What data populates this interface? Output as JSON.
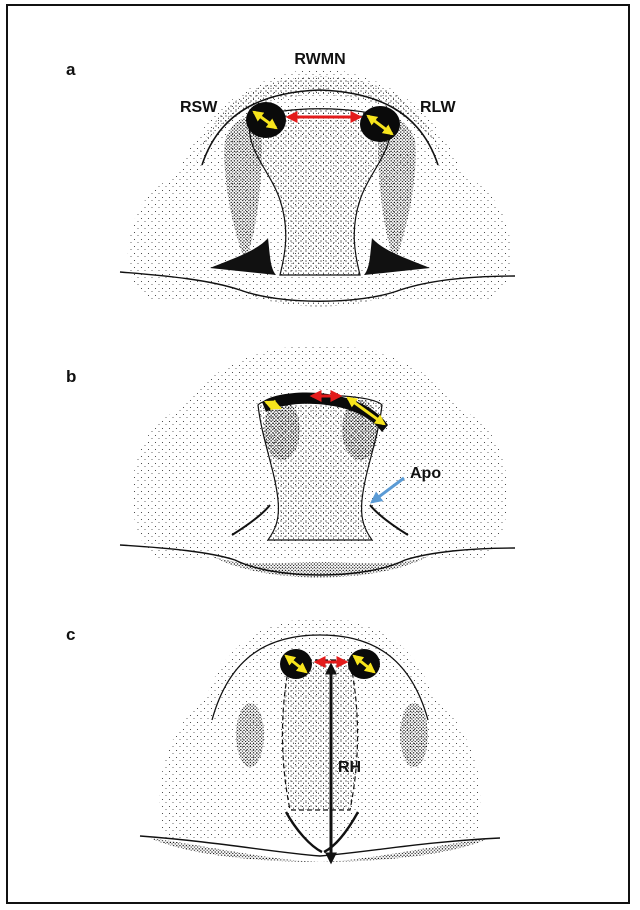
{
  "panels": {
    "a": {
      "letter": "a",
      "labels": {
        "top": "RWMN",
        "left": "RSW",
        "right": "RLW"
      }
    },
    "b": {
      "letter": "b",
      "labels": {
        "annotation": "Apo"
      }
    },
    "c": {
      "letter": "c",
      "labels": {
        "height": "RH"
      }
    }
  },
  "colors": {
    "width_arrow": "#e31b1b",
    "span_arrow": "#f7e41c",
    "pointer_arrow": "#5b9bd5",
    "height_arrow": "#111111",
    "stipple": "#1a1a1a",
    "frame": "#111111"
  }
}
